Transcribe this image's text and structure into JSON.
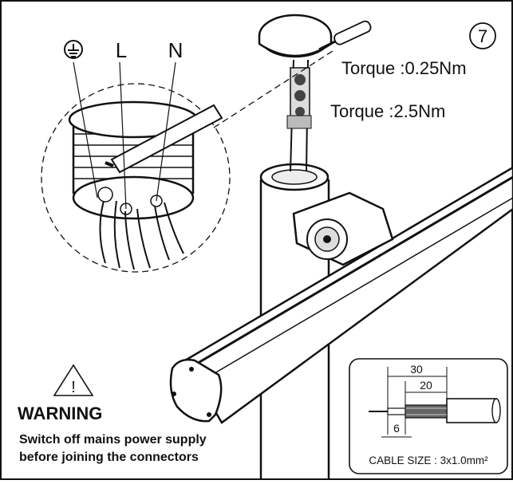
{
  "step": {
    "number": "7"
  },
  "terminals": {
    "ground_symbol": "earth-ground-icon",
    "live": "L",
    "neutral": "N"
  },
  "torque": {
    "top": "Torque :0.25Nm",
    "bottom": "Torque :2.5Nm"
  },
  "warning": {
    "symbol": "!",
    "title": "WARNING",
    "line1": "Switch off mains power supply",
    "line2": "before joining the connectors"
  },
  "cable": {
    "dim_30": "30",
    "dim_20": "20",
    "dim_6": "6",
    "size": "CABLE SIZE : 3x1.0mm²"
  },
  "colors": {
    "ink": "#111111",
    "paper": "#ffffff",
    "grey": "#888888"
  }
}
